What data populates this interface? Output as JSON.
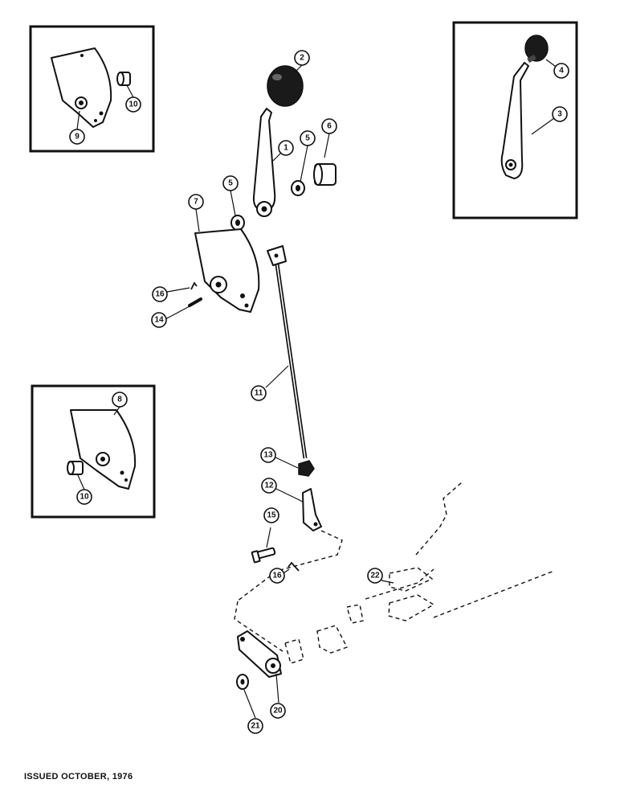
{
  "callouts": {
    "c1": "1",
    "c2": "2",
    "c3": "3",
    "c4": "4",
    "c5a": "5",
    "c5b": "5",
    "c6": "6",
    "c7": "7",
    "c8": "8",
    "c9": "9",
    "c10a": "10",
    "c10b": "10",
    "c11": "11",
    "c12": "12",
    "c13": "13",
    "c14": "14",
    "c15": "15",
    "c16a": "16",
    "c16b": "16",
    "c20": "20",
    "c21": "21",
    "c22": "22"
  },
  "footer": {
    "issued": "ISSUED OCTOBER, 1976"
  }
}
